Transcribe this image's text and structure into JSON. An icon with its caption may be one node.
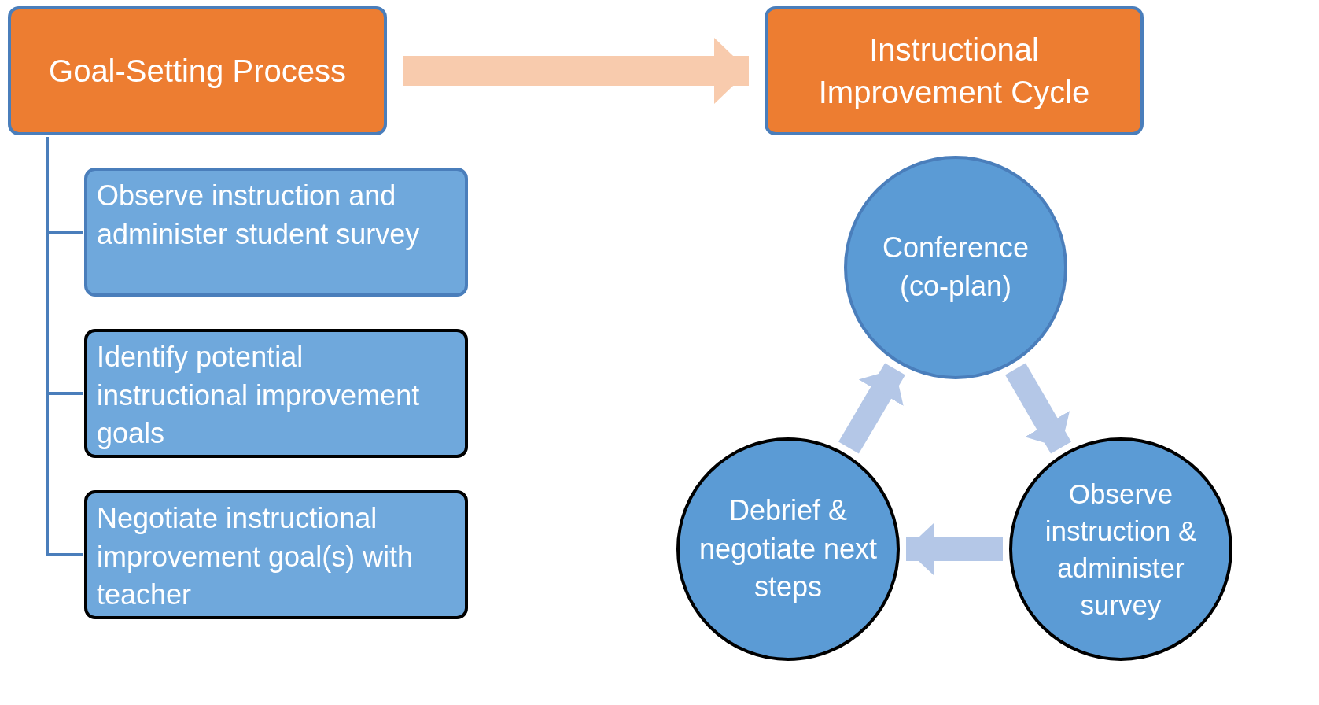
{
  "diagram": {
    "nodes": [
      {
        "text": [
          "Goal-Setting Process"
        ]
      },
      {
        "text": [
          "Instructional Improvement Cycle"
        ]
      },
      {
        "text": [
          "Observe instruction and administer student survey"
        ]
      },
      {
        "text": [
          "Identify potential instructional improvement goals"
        ]
      },
      {
        "text": [
          "Negotiate instructional improvement goal(s) with teacher"
        ]
      },
      {
        "text": [
          "Conference (co-plan)"
        ]
      },
      {
        "text": [
          "Observe instruction & administer survey"
        ]
      },
      {
        "text": [
          "Debrief & negotiate next steps"
        ]
      }
    ],
    "edges": [
      {
        "from": 0,
        "to": 1,
        "arrow": "to",
        "color": "#f8cbad"
      },
      {
        "from": 0,
        "to": 2,
        "arrow": "none"
      },
      {
        "from": 0,
        "to": 3,
        "arrow": "none"
      },
      {
        "from": 0,
        "to": 4,
        "arrow": "none"
      },
      {
        "from": 5,
        "to": 6,
        "arrow": "to",
        "color": "#b4c7e7"
      },
      {
        "from": 6,
        "to": 7,
        "arrow": "to",
        "color": "#b4c7e7"
      },
      {
        "from": 7,
        "to": 5,
        "arrow": "to",
        "color": "#b4c7e7"
      }
    ]
  }
}
